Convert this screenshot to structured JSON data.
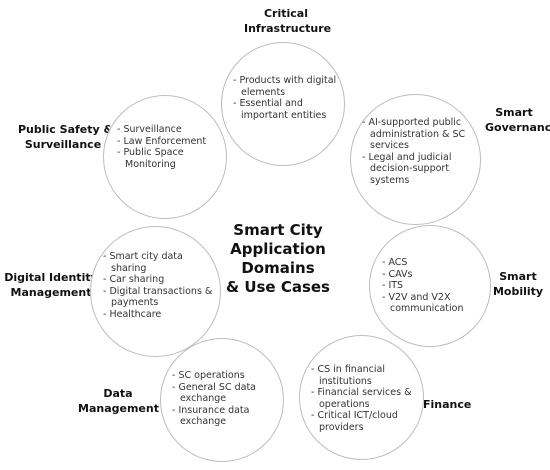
{
  "center_title": [
    "Smart City",
    "Application Domains",
    "& Use Cases"
  ],
  "domains": [
    {
      "label": [
        "Critical",
        "Infrastructure"
      ],
      "items": [
        "Products with digital elements",
        "Essential and important entities"
      ]
    },
    {
      "label": [
        "Smart",
        "Governance"
      ],
      "items": [
        "AI-supported public administration & SC services",
        "Legal and judicial decision-support systems"
      ]
    },
    {
      "label": [
        "Smart",
        "Mobility"
      ],
      "items": [
        "ACS",
        "CAVs",
        "ITS",
        "V2V and V2X communication"
      ]
    },
    {
      "label": [
        "Finance"
      ],
      "items": [
        "CS in financial institutions",
        "Financial services & operations",
        "Critical ICT/cloud providers"
      ]
    },
    {
      "label": [
        "Data",
        "Management"
      ],
      "items": [
        "SC operations",
        "General SC data exchange",
        "Insurance data exchange"
      ]
    },
    {
      "label": [
        "Digital Identity",
        "Management"
      ],
      "items": [
        "Smart city data sharing",
        "Car sharing",
        "Digital transactions & payments",
        "Healthcare"
      ]
    },
    {
      "label": [
        "Public Safety &",
        "Surveillance"
      ],
      "items": [
        "Surveillance",
        "Law Enforcement",
        "Public Space Monitoring"
      ]
    }
  ]
}
